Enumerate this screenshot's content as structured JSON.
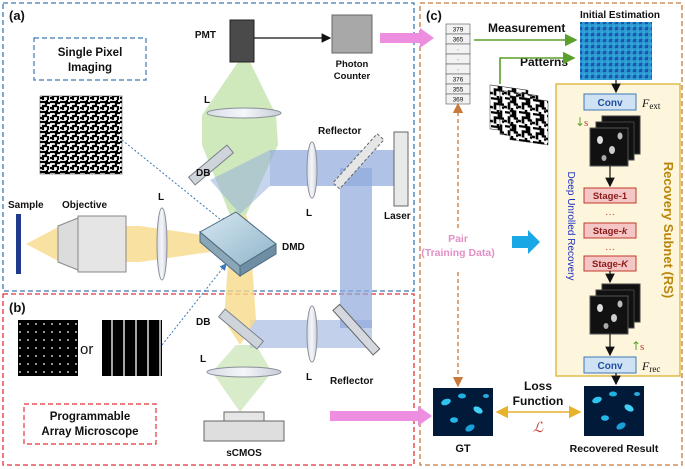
{
  "panels": {
    "a": "(a)",
    "b": "(b)",
    "c": "(c)"
  },
  "boxes": {
    "single_pixel_line1": "Single Pixel",
    "single_pixel_line2": "Imaging",
    "pam_line1": "Programmable",
    "pam_line2": "Array Microscope"
  },
  "optics": {
    "pmt": "PMT",
    "photon_counter_line1": "Photon",
    "photon_counter_line2": "Counter",
    "lens_label": "L",
    "db_label": "DB",
    "reflector_label": "Reflector",
    "laser": "Laser",
    "sample": "Sample",
    "objective": "Objective",
    "dmd": "DMD",
    "or": "or",
    "scmos": "sCMOS"
  },
  "measurement": {
    "title": "Measurement",
    "values": [
      "379",
      "365",
      "·",
      "·",
      "·",
      "376",
      "355",
      "369"
    ]
  },
  "network": {
    "initial_estimation": "Initial Estimation",
    "patterns": "Patterns",
    "conv": "Conv",
    "f_ext_base": "F",
    "f_ext_sub": "ext",
    "f_rec_base": "F",
    "f_rec_sub": "rec",
    "scale_s": "s",
    "stage_1": "Stage-1",
    "stage_k": "Stage-",
    "k_italic": "k",
    "stage_K_italic": "K",
    "dots": "···",
    "deep_unrolled": "Deep Unrolled Recovery",
    "recovery_subnet": "Recovery Subnet (RS)",
    "pair_line1": "Pair",
    "pair_line2": "(Training Data)",
    "loss_line1": "Loss",
    "loss_line2": "Function",
    "loss_symbol": "ℒ",
    "gt": "GT",
    "recovered": "Recovered Result"
  },
  "colors": {
    "blue_dash": "#3d78b8",
    "red_dash": "#e0333a",
    "orange_dash": "#c87a3a",
    "beam_green": "#bfe0a6",
    "beam_yellow": "#f7d98a",
    "beam_blue": "#8fa9dc",
    "conv_fill": "#cfe2f3",
    "stage_fill": "#f5c6c6",
    "rs_fill": "#fdf6dc",
    "rs_text": "#b8860b",
    "pink_arrow": "#ee8ee0",
    "green_arrow": "#5aa02c",
    "loss_arrow": "#e7b22c"
  }
}
